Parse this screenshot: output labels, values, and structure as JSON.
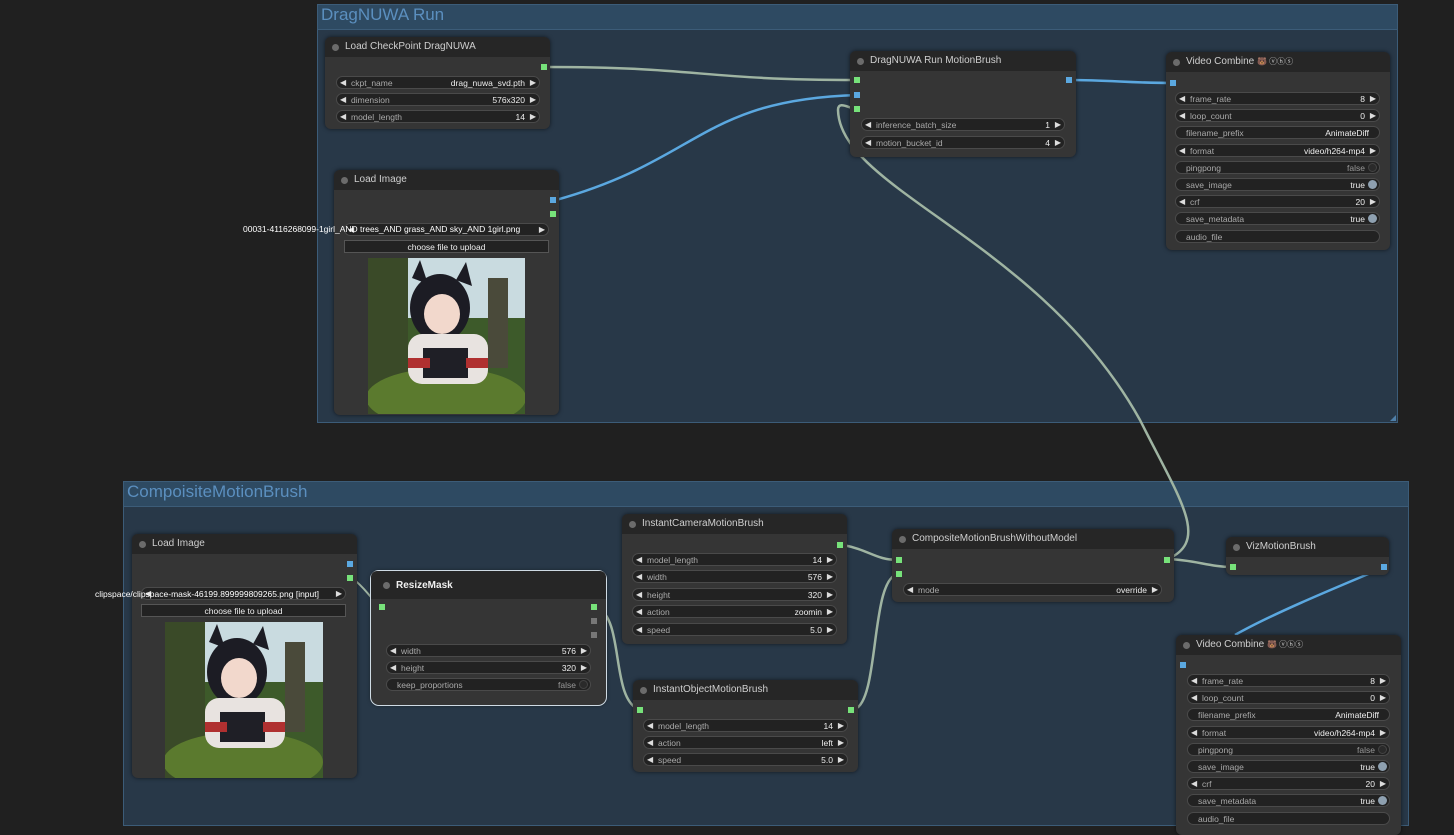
{
  "groups": {
    "dragnuwa": {
      "title": "DragNUWA Run"
    },
    "composite": {
      "title": "CompoisiteMotionBrush"
    }
  },
  "colors": {
    "slot_image": "#77e27a",
    "slot_model": "#5ba8e0",
    "link_image": "#9fb4a2",
    "link_model": "#5ba8e0",
    "group_bg": "#283848",
    "group_title": "#5b8fbf"
  },
  "nodes": {
    "load_ckpt": {
      "title": "Load CheckPoint DragNUWA",
      "widgets": [
        {
          "label": "ckpt_name",
          "value": "drag_nuwa_svd.pth"
        },
        {
          "label": "dimension",
          "value": "576x320"
        },
        {
          "label": "model_length",
          "value": "14"
        }
      ]
    },
    "load_image_1": {
      "title": "Load Image",
      "image_widget_value": "00031-4116268099-1girl_AND trees_AND grass_AND sky_AND 1girl.png",
      "upload_label": "choose file to upload"
    },
    "run_motion": {
      "title": "DragNUWA Run MotionBrush",
      "widgets": [
        {
          "label": "inference_batch_size",
          "value": "1"
        },
        {
          "label": "motion_bucket_id",
          "value": "4"
        }
      ]
    },
    "video_combine_1": {
      "title": "Video Combine",
      "title_icons": "🐻 ⓥⓗⓢ",
      "widgets": [
        {
          "label": "frame_rate",
          "value": "8"
        },
        {
          "label": "loop_count",
          "value": "0"
        },
        {
          "label": "filename_prefix",
          "value": "AnimateDiff"
        },
        {
          "label": "format",
          "value": "video/h264-mp4"
        },
        {
          "label": "pingpong",
          "value": "false"
        },
        {
          "label": "save_image",
          "value": "true"
        },
        {
          "label": "crf",
          "value": "20"
        },
        {
          "label": "save_metadata",
          "value": "true"
        },
        {
          "label": "audio_file",
          "value": ""
        }
      ]
    },
    "load_image_2": {
      "title": "Load Image",
      "image_widget_value": "clipspace/clipspace-mask-46199.899999809265.png [input]",
      "upload_label": "choose file to upload"
    },
    "resize_mask": {
      "title": "ResizeMask",
      "widgets": [
        {
          "label": "width",
          "value": "576"
        },
        {
          "label": "height",
          "value": "320"
        },
        {
          "label": "keep_proportions",
          "value": "false"
        }
      ]
    },
    "camera_brush": {
      "title": "InstantCameraMotionBrush",
      "widgets": [
        {
          "label": "model_length",
          "value": "14"
        },
        {
          "label": "width",
          "value": "576"
        },
        {
          "label": "height",
          "value": "320"
        },
        {
          "label": "action",
          "value": "zoomin"
        },
        {
          "label": "speed",
          "value": "5.0"
        }
      ]
    },
    "object_brush": {
      "title": "InstantObjectMotionBrush",
      "widgets": [
        {
          "label": "model_length",
          "value": "14"
        },
        {
          "label": "action",
          "value": "left"
        },
        {
          "label": "speed",
          "value": "5.0"
        }
      ]
    },
    "composite": {
      "title": "CompositeMotionBrushWithoutModel",
      "widgets": [
        {
          "label": "mode",
          "value": "override"
        }
      ]
    },
    "viz": {
      "title": "VizMotionBrush"
    },
    "video_combine_2": {
      "title": "Video Combine",
      "title_icons": "🐻 ⓥⓗⓢ",
      "widgets": [
        {
          "label": "frame_rate",
          "value": "8"
        },
        {
          "label": "loop_count",
          "value": "0"
        },
        {
          "label": "filename_prefix",
          "value": "AnimateDiff"
        },
        {
          "label": "format",
          "value": "video/h264-mp4"
        },
        {
          "label": "pingpong",
          "value": "false"
        },
        {
          "label": "save_image",
          "value": "true"
        },
        {
          "label": "crf",
          "value": "20"
        },
        {
          "label": "save_metadata",
          "value": "true"
        },
        {
          "label": "audio_file",
          "value": ""
        }
      ]
    }
  }
}
